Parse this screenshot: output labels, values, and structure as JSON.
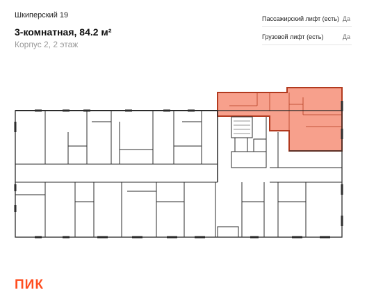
{
  "header": {
    "project_name": "Шкиперский 19",
    "apartment_title": "3-комнатная, 84.2 м²",
    "apartment_location": "Корпус 2, 2 этаж"
  },
  "specs": [
    {
      "label": "Пассажирский лифт (есть)",
      "value": "Да"
    },
    {
      "label": "Грузовой лифт (есть)",
      "value": "Да"
    }
  ],
  "plan": {
    "highlight_color": "#f7a08c",
    "highlight_border": "#b23a1f",
    "wall_color": "#2b2b2b"
  },
  "brand": {
    "logo_text": "ПИК",
    "logo_color": "#ff4d1f"
  }
}
